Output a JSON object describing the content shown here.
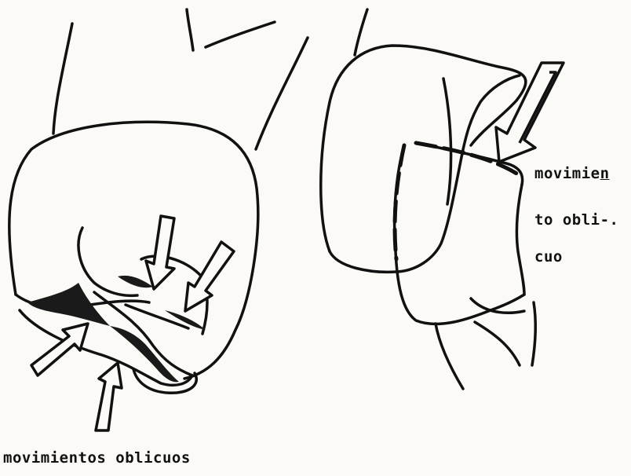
{
  "labels": {
    "left_caption": "movimientos oblicuos",
    "right_caption_line1_main": "movimie",
    "right_caption_line1_underlined": "n",
    "right_caption_line2": "to obli-.",
    "right_caption_line3": "cuo"
  },
  "colors": {
    "ink": "#111111",
    "paper": "#fbfaf7",
    "shade": "#1a1a1a"
  }
}
